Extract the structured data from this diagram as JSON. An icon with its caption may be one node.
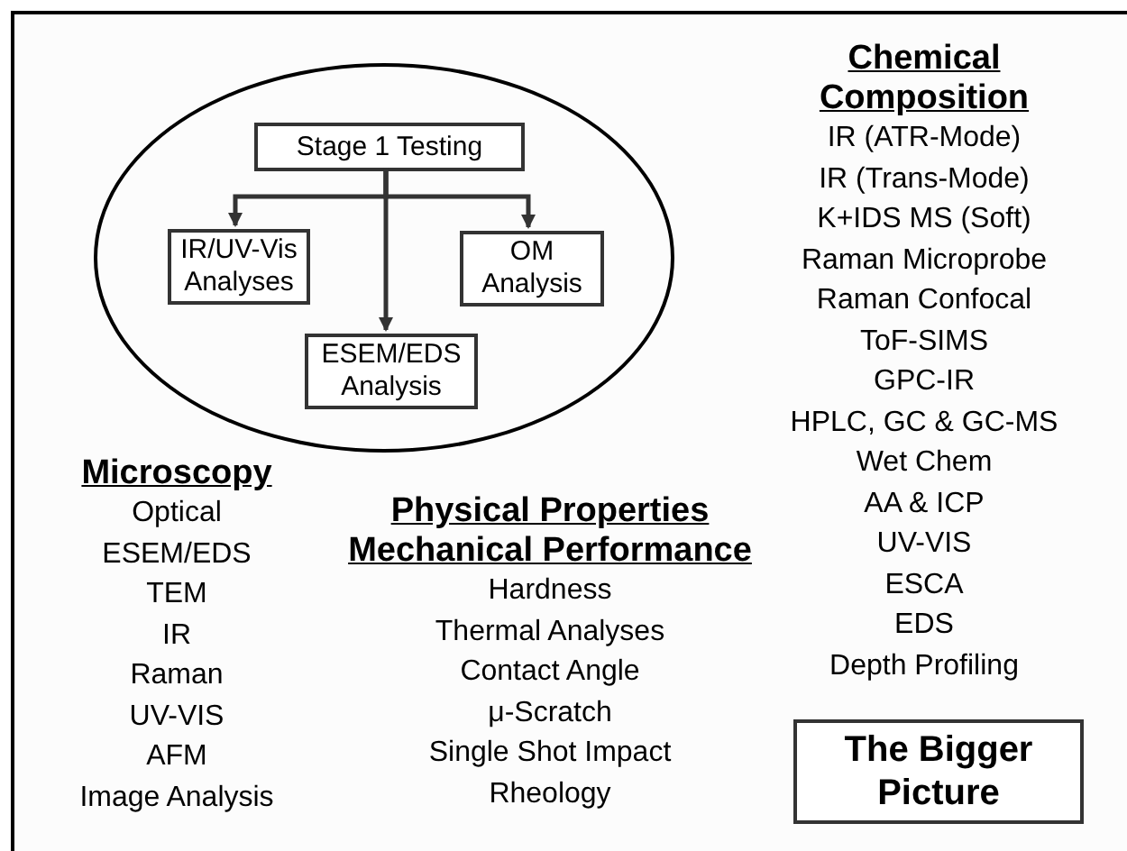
{
  "diagram": {
    "nodes": [
      {
        "text": [],
        "shape": "ellipse"
      },
      {
        "text": [
          "Stage 1 Testing"
        ],
        "in": 0
      },
      {
        "text": [
          "IR/UV-Vis Analyses"
        ],
        "in": 0
      },
      {
        "text": [
          "OM Analysis"
        ],
        "in": 0
      },
      {
        "text": [
          "ESEM/EDS Analysis"
        ],
        "in": 0
      },
      {
        "text": [
          "The Bigger Picture"
        ]
      }
    ],
    "edges": [
      {
        "from": 1,
        "to": 2,
        "arrow": "to"
      },
      {
        "from": 1,
        "to": 3,
        "arrow": "to"
      },
      {
        "from": 1,
        "to": 4,
        "arrow": "to"
      }
    ],
    "labels": [
      "Chemical Composition",
      "IR (ATR-Mode)",
      "IR (Trans-Mode)",
      "K+IDS MS (Soft)",
      "Raman Microprobe",
      "Raman Confocal",
      "ToF-SIMS",
      "GPC-IR",
      "HPLC, GC & GC-MS",
      "Wet Chem",
      "AA & ICP",
      "UV-VIS",
      "ESCA",
      "EDS",
      "Depth Profiling",
      "Microscopy",
      "Optical",
      "ESEM/EDS",
      "TEM",
      "IR",
      "Raman",
      "UV-VIS",
      "AFM",
      "Image Analysis",
      "Physical Properties",
      "Mechanical Performance",
      "Hardness",
      "Thermal Analyses",
      "Contact Angle",
      "μ-Scratch",
      "Single Shot Impact",
      "Rheology"
    ]
  }
}
